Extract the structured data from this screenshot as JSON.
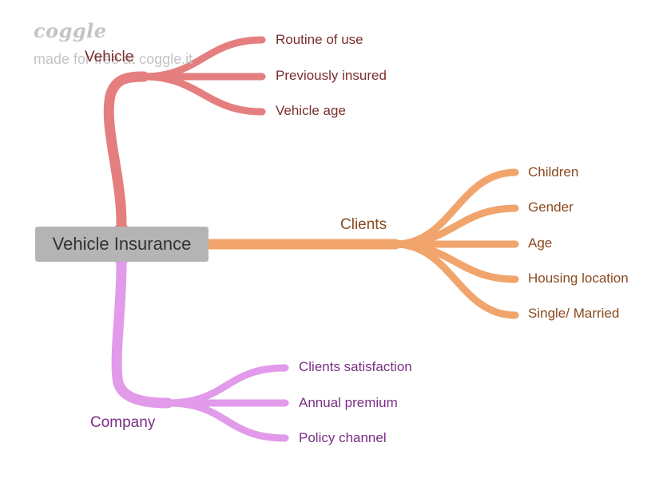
{
  "watermark": {
    "logo": "coggle",
    "made_with": "made for free at coggle.it"
  },
  "root": {
    "label": "Vehicle Insurance"
  },
  "branches": [
    {
      "id": "vehicle",
      "label": "Vehicle",
      "color": "#e57f7f",
      "text_color": "#7a2e2e",
      "children": [
        "Routine of use",
        "Previously insured",
        "Vehicle age"
      ]
    },
    {
      "id": "clients",
      "label": "Clients",
      "color": "#f1a46b",
      "text_color": "#8a4a1f",
      "children": [
        "Children",
        "Gender",
        "Age",
        "Housing location",
        "Single/ Married"
      ]
    },
    {
      "id": "company",
      "label": "Company",
      "color": "#e29aea",
      "text_color": "#7b2f86",
      "children": [
        "Clients satisfaction",
        "Annual premium",
        "Policy channel"
      ]
    }
  ]
}
